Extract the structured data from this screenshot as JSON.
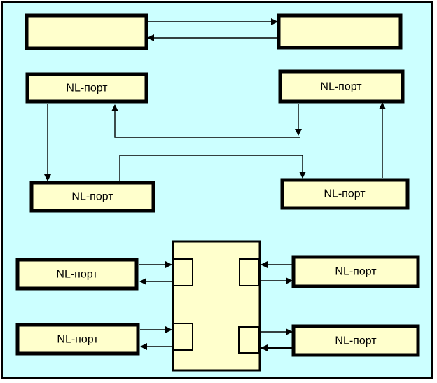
{
  "diagram": {
    "title": "",
    "colors": {
      "background": "#ccffff",
      "node_fill": "#ffffcc",
      "stroke": "#000000"
    },
    "point_to_point": {
      "node_a_label": "",
      "node_b_label": ""
    },
    "arbitrated_loop": {
      "nodes": [
        {
          "label": "NL-порт"
        },
        {
          "label": "NL-порт"
        },
        {
          "label": "NL-порт"
        },
        {
          "label": "NL-порт"
        }
      ]
    },
    "fabric": {
      "switch_label": "",
      "nodes": [
        {
          "label": "NL-порт"
        },
        {
          "label": "NL-порт"
        },
        {
          "label": "NL-порт"
        },
        {
          "label": "NL-порт"
        }
      ]
    }
  }
}
